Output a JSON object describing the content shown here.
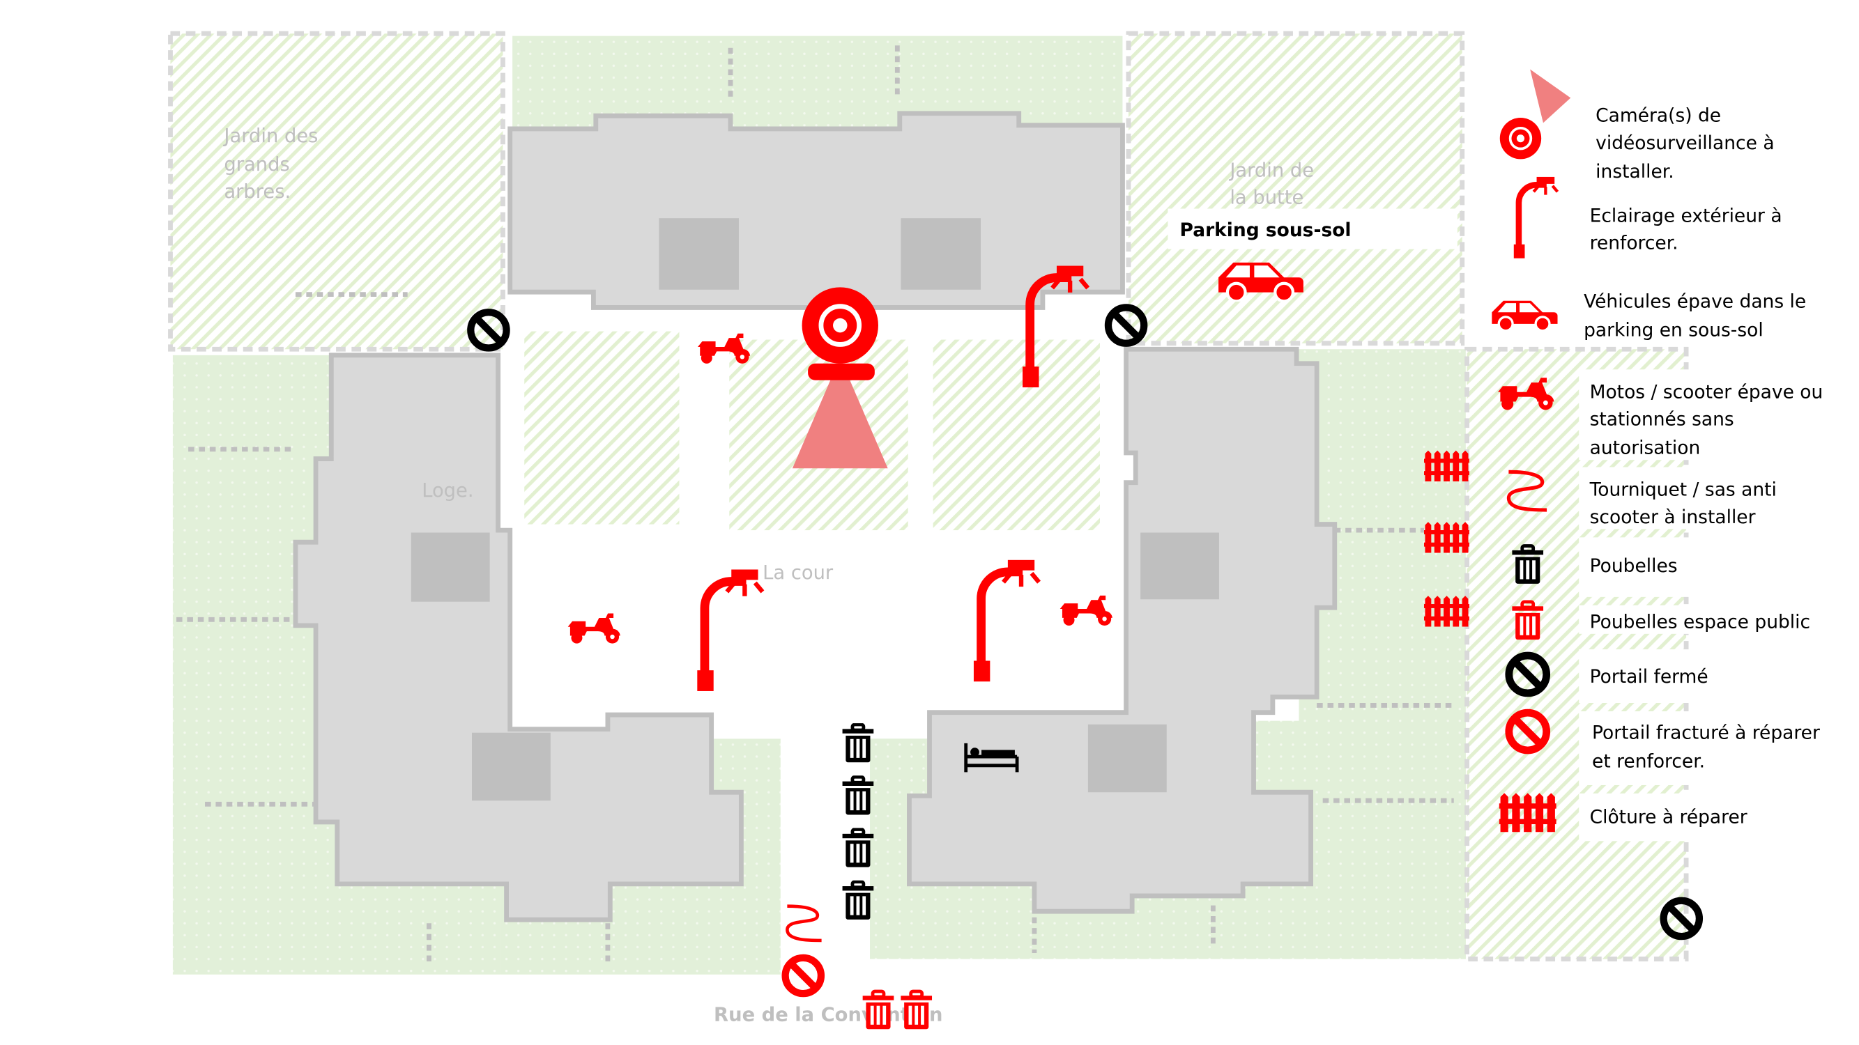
{
  "map": {
    "labels": {
      "jardin_grands_arbres": [
        "Jardin des",
        "grands",
        "arbres."
      ],
      "jardin_butte": [
        "Jardin de",
        "la butte"
      ],
      "parking": "Parking sous-sol",
      "loge": "Loge.",
      "cour": "La cour",
      "rue": "Rue de la Convention"
    }
  },
  "legend": {
    "items": [
      {
        "icon": "camera-icon",
        "lines": [
          "Caméra(s) de",
          "vidéosurveillance à",
          "installer."
        ]
      },
      {
        "icon": "street-lamp-icon",
        "lines": [
          "Eclairage extérieur à",
          "renforcer."
        ]
      },
      {
        "icon": "car-icon",
        "lines": [
          "Véhicules épave dans le",
          "parking en sous-sol"
        ]
      },
      {
        "icon": "scooter-icon",
        "lines": [
          "Motos / scooter épave ou",
          "stationnés sans",
          "autorisation"
        ]
      },
      {
        "icon": "turnstile-icon",
        "lines": [
          "Tourniquet / sas anti",
          "scooter à installer"
        ]
      },
      {
        "icon": "trash-icon",
        "lines": [
          "Poubelles"
        ]
      },
      {
        "icon": "public-trash-icon",
        "lines": [
          "Poubelles espace public"
        ]
      },
      {
        "icon": "closed-gate-icon",
        "lines": [
          "Portail fermé"
        ]
      },
      {
        "icon": "broken-gate-icon",
        "lines": [
          "Portail fracturé à réparer",
          "et renforcer."
        ]
      },
      {
        "icon": "fence-icon",
        "lines": [
          "Clôture à réparer"
        ]
      }
    ]
  },
  "colors": {
    "alert": "#ff0000",
    "building": "#d9d9d9",
    "green": "#e2f0d9",
    "label": "#bfbfbf"
  }
}
